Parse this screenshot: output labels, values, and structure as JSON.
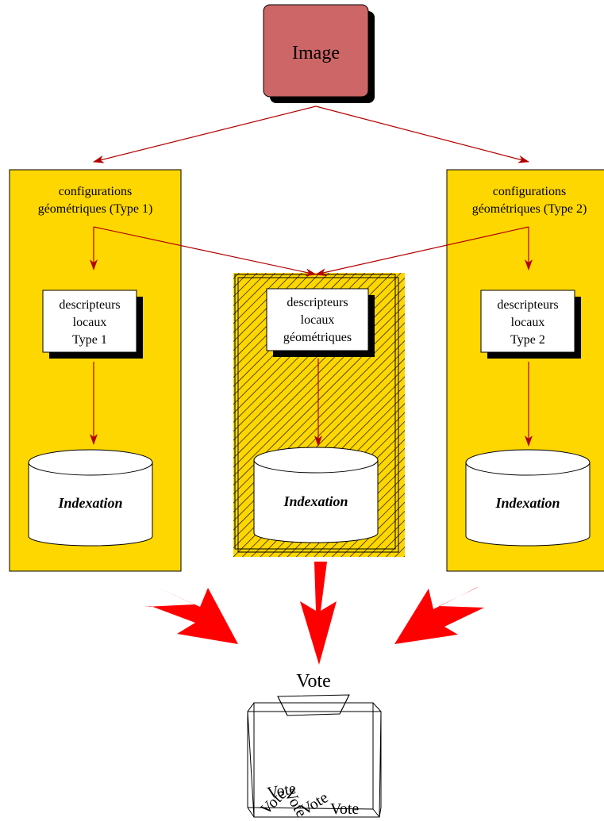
{
  "image_box": {
    "label": "Image"
  },
  "columns": [
    {
      "id": "type1",
      "header": [
        "configurations",
        "géométriques (Type 1)"
      ],
      "descriptor": [
        "descripteurs",
        "locaux",
        "Type 1"
      ],
      "index_label": "Indexation"
    },
    {
      "id": "geometric",
      "header": [],
      "descriptor": [
        "descripteurs",
        "locaux",
        "géométriques"
      ],
      "index_label": "Indexation"
    },
    {
      "id": "type2",
      "header": [
        "configurations",
        "géométriques (Type 2)"
      ],
      "descriptor": [
        "descripteurs",
        "locaux",
        "Type 2"
      ],
      "index_label": "Indexation"
    }
  ],
  "vote": {
    "label": "Vote",
    "ballots": [
      "Vote",
      "Vote",
      "Vote",
      "Vote",
      "Vote"
    ]
  },
  "colors": {
    "image_fill": "#cd6666",
    "panel_fill": "#ffd700",
    "flow_arrow": "#b30000",
    "big_arrow": "#ff0000",
    "shadow": "#000000"
  }
}
